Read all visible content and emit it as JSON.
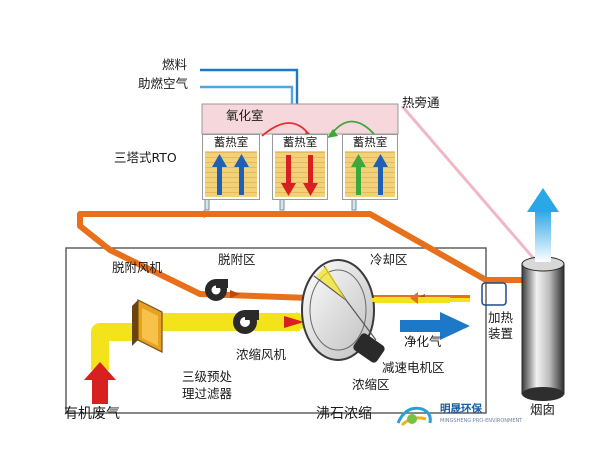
{
  "labels": {
    "fuel": "燃料",
    "combustion_air": "助燃空气",
    "oxidation_chamber": "氧化室",
    "hot_bypass": "热旁通",
    "rto_name": "三塔式RTO",
    "regen_chamber_1": "蓄热室",
    "regen_chamber_2": "蓄热室",
    "regen_chamber_3": "蓄热室",
    "desorption_fan": "脱附风机",
    "desorption_zone": "脱附区",
    "cooling_zone": "冷却区",
    "heater_line1": "加热",
    "heater_line2": "装置",
    "clean_gas": "净化气",
    "concentration_fan": "浓缩风机",
    "gear_motor_zone": "减速电机区",
    "prefilter_line1": "三级预处",
    "prefilter_line2": "理过滤器",
    "concentration_zone": "浓缩区",
    "organic_waste_gas": "有机废气",
    "zeolite_concentrator": "沸石浓缩",
    "chimney": "烟囱"
  },
  "watermark": {
    "brand": "明晟环保",
    "sub": "MINGSHENG PRO-ENVIRONMENT"
  },
  "colors": {
    "fuel_line": "#1e78c8",
    "hot_gas": "#e8701a",
    "waste_gas": "#f4e21a",
    "clean_gas": "#2aa7e6",
    "inlet_arrow": "#d92020",
    "oxidation_fill": "#f6d8dc",
    "bed_fill": "#f1d27a"
  }
}
